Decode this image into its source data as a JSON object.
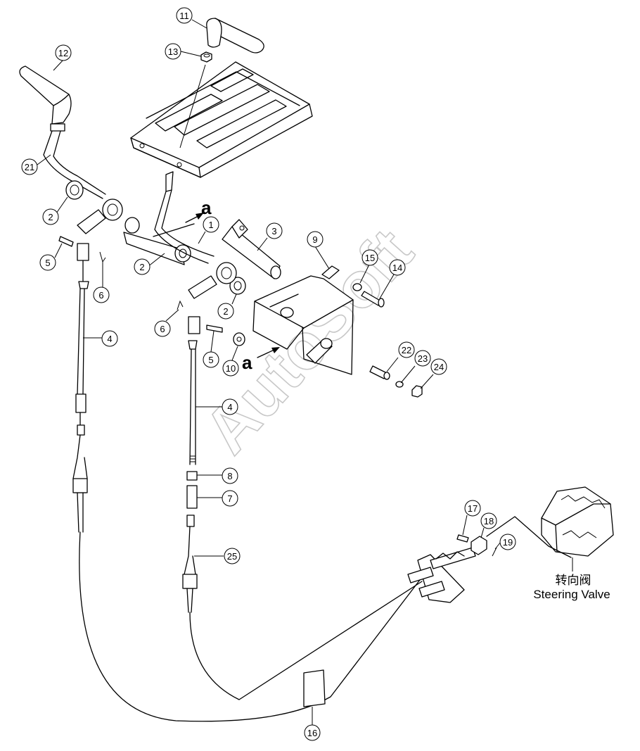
{
  "watermark": "AutoSoft",
  "view_markers": [
    "a",
    "a"
  ],
  "steering_valve": {
    "label_cn": "转向阀",
    "label_en": "Steering Valve"
  },
  "callouts": [
    "11",
    "13",
    "12",
    "21",
    "2",
    "1",
    "3",
    "9",
    "15",
    "14",
    "5",
    "6",
    "2",
    "2",
    "6",
    "4",
    "5",
    "10",
    "22",
    "23",
    "24",
    "4",
    "8",
    "7",
    "25",
    "17",
    "18",
    "19",
    "16"
  ]
}
